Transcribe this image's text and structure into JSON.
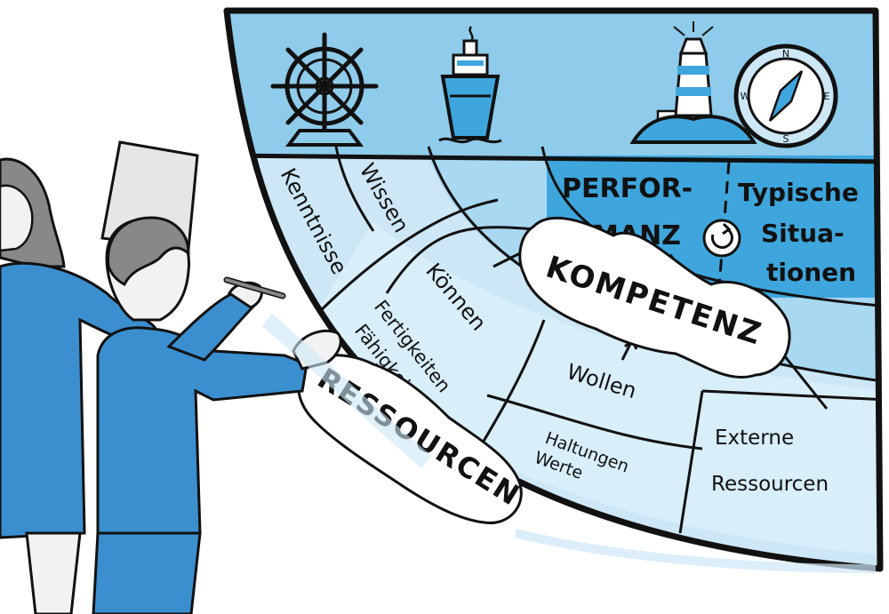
{
  "labels": {
    "kenntnisse": "Kenntnisse",
    "wissen": "Wissen",
    "koennen": "Können",
    "fertigkeiten": "Fertigkeiten",
    "faehigkeiten": "Fähigkeiten",
    "wollen": "Wollen",
    "haltungen": "Haltungen",
    "werte": "Werte",
    "externe": "Externe",
    "ressourcen_ext": "Ressourcen",
    "performanz_1": "PERFOR-",
    "performanz_2": "MANZ",
    "typische_1": "Typische",
    "typische_2": "Situa-",
    "typische_3": "tionen",
    "kompetenz": "KOMPETENZ",
    "ressourcen_cloud": "RESSOURCEN"
  },
  "compass": {
    "n": "N",
    "e": "E",
    "s": "S",
    "w": "W"
  },
  "colors": {
    "light_blue": "#cde7f6",
    "mid_blue": "#9fd1ec",
    "deep_blue": "#3fa6dc",
    "outline": "#111111",
    "person_blue": "#3b8fcf"
  },
  "icons": [
    "ships-wheel-icon",
    "ship-icon",
    "lighthouse-icon",
    "compass-icon",
    "refresh-icon"
  ]
}
